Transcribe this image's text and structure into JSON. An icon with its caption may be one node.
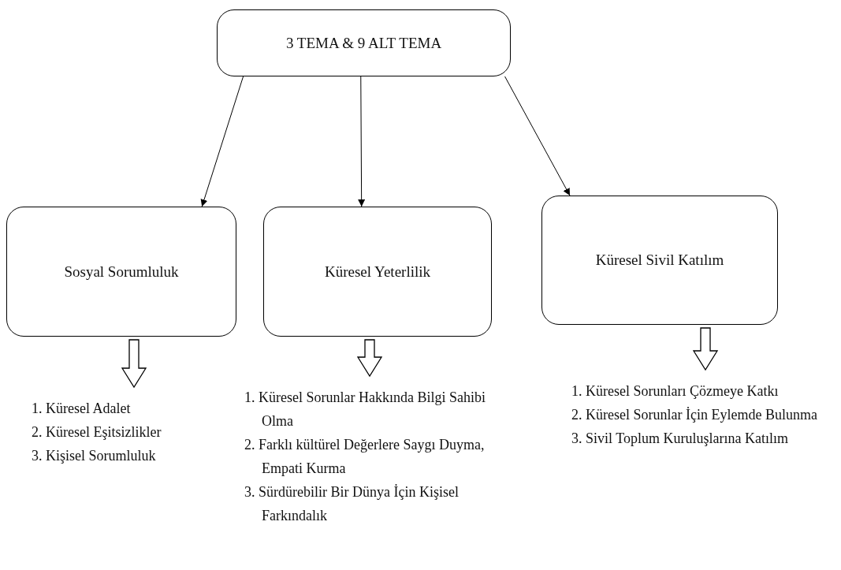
{
  "diagram": {
    "nodes": [
      {
        "text": [
          "3 TEMA & 9 ALT TEMA"
        ]
      },
      {
        "text": [
          "Sosyal Sorumluluk"
        ]
      },
      {
        "text": [
          "Küresel Yeterlilik"
        ]
      },
      {
        "text": [
          "Küresel Sivil Katılım"
        ]
      },
      {
        "text": [
          "1. Küresel Adalet",
          "2. Küresel Eşitsizlikler",
          "3. Kişisel Sorumluluk"
        ]
      },
      {
        "text": [
          "1. Küresel Sorunlar Hakkında Bilgi Sahibi Olma",
          "2. Farklı kültürel Değerlere Saygı Duyma, Empati Kurma",
          "3. Sürdürebilir Bir Dünya İçin Kişisel Farkındalık"
        ]
      },
      {
        "text": [
          "1. Küresel Sorunları Çözmeye Katkı",
          "2. Küresel Sorunlar İçin Eylemde Bulunma",
          "3. Sivil Toplum Kuruluşlarına Katılım"
        ]
      }
    ],
    "edges": [
      {
        "from": 0,
        "to": 1,
        "arrow": "to"
      },
      {
        "from": 0,
        "to": 2,
        "arrow": "to"
      },
      {
        "from": 0,
        "to": 3,
        "arrow": "to"
      },
      {
        "from": 1,
        "to": 4,
        "arrow": "to",
        "style": "thick"
      },
      {
        "from": 2,
        "to": 5,
        "arrow": "to",
        "style": "thick"
      },
      {
        "from": 3,
        "to": 6,
        "arrow": "to",
        "style": "thick"
      }
    ]
  }
}
